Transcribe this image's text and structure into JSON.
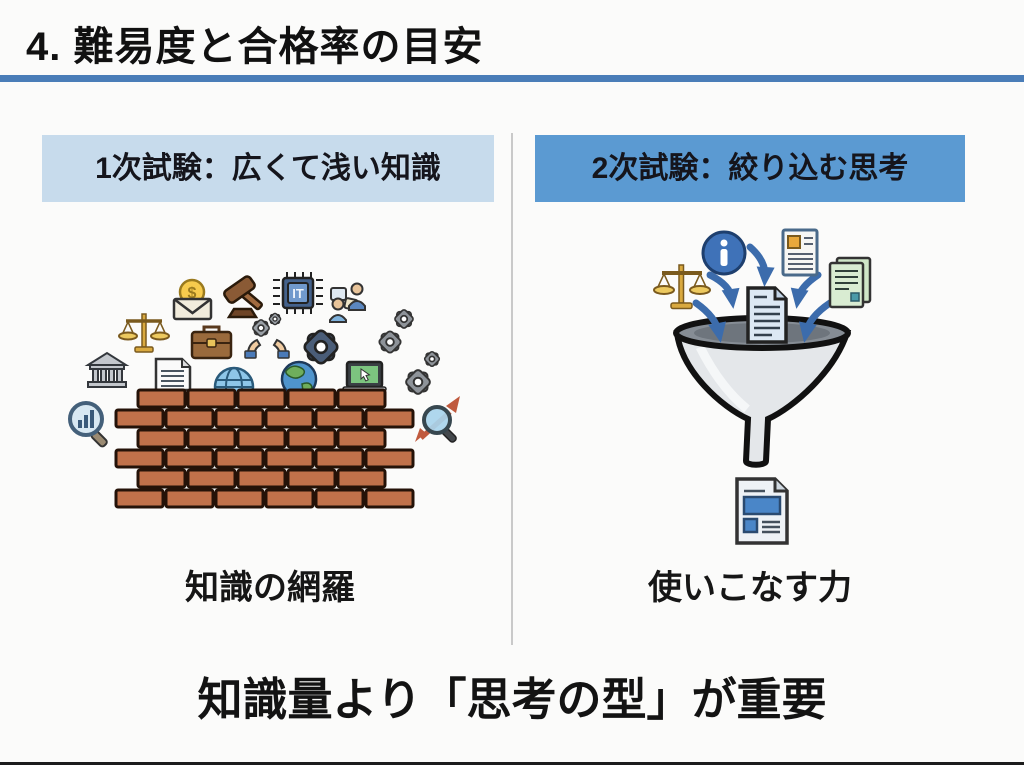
{
  "slide": {
    "title": "4. 難易度と合格率の目安",
    "bottom_statement": "知識量より「思考の型」が重要"
  },
  "left_panel": {
    "header": "1次試験：広くて浅い知識",
    "caption": "知識の網羅",
    "illustration": "brick-wall-of-broad-knowledge",
    "icons": [
      "magnifier-chart",
      "bank",
      "scales",
      "envelope-money",
      "gavel",
      "it-chip",
      "people-communication",
      "briefcase",
      "hands-gears",
      "gear-large",
      "gears-small",
      "document",
      "globe-grid",
      "earth-globe",
      "laptop-cursor",
      "magnifier-trend",
      "brick-wall"
    ]
  },
  "right_panel": {
    "header": "2次試験：絞り込む思考",
    "caption": "使いこなす力",
    "illustration": "funnel-of-focused-thinking",
    "icons": [
      "scales",
      "info-circle",
      "report-document",
      "green-documents",
      "input-document",
      "flow-arrows",
      "funnel",
      "output-document"
    ]
  },
  "icon_labels": {
    "it_chip": "IT",
    "dollar": "$"
  },
  "colors": {
    "title_rule": "#4a7db8",
    "left_header_bg": "#c7dbec",
    "right_header_bg": "#5b9ad2",
    "text": "#161616",
    "brick": "#c0714a",
    "funnel_body": "#e4e7ea",
    "funnel_mouth": "#868d95",
    "arrow_blue": "#3c6cac",
    "background": "#fbfbfa"
  }
}
